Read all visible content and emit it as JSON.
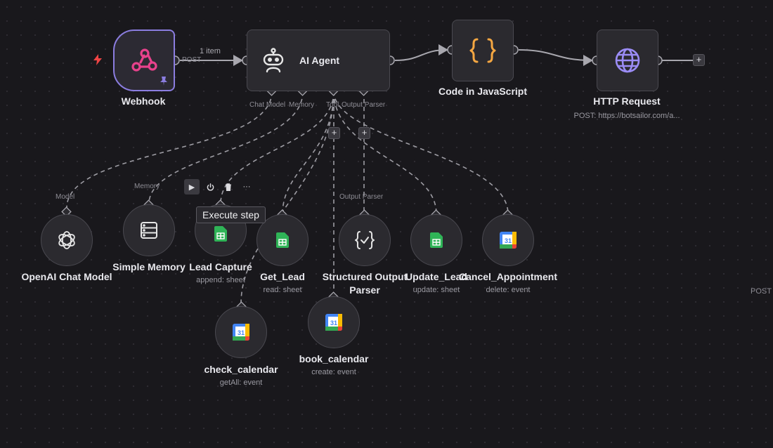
{
  "nodes": {
    "webhook": {
      "title": "Webhook"
    },
    "ai_agent": {
      "title": "AI Agent"
    },
    "code": {
      "title": "Code in JavaScript"
    },
    "http": {
      "title": "HTTP Request",
      "subtitle": "POST: https://botsailor.com/a..."
    },
    "openai": {
      "title": "OpenAI Chat Model"
    },
    "memory": {
      "title": "Simple Memory"
    },
    "lead_capture": {
      "title": "Lead Capture",
      "subtitle": "append: sheet"
    },
    "get_lead": {
      "title": "Get_Lead",
      "subtitle": "read: sheet"
    },
    "structured": {
      "title_line1": "Structured Output",
      "title_line2": "Parser"
    },
    "update_lead": {
      "title": "Update_Lead",
      "subtitle": "update: sheet"
    },
    "cancel": {
      "title": "Cancel_Appointment",
      "subtitle": "delete: event"
    },
    "check_calendar": {
      "title": "check_calendar",
      "subtitle": "getAll: event"
    },
    "book_calendar": {
      "title": "book_calendar",
      "subtitle": "create: event"
    }
  },
  "connections": {
    "webhook_output": "POST",
    "items_count": "1 item",
    "http_edge_label": "POST"
  },
  "agent_ports": {
    "chat_model": "Chat Model",
    "memory": "Memory",
    "tool": "Tool",
    "output_parser": "Output Parser"
  },
  "sub_ports": {
    "model": "Model",
    "memory": "Memory",
    "output_parser": "Output Parser"
  },
  "tooltip": "Execute step",
  "toolbar_icons": [
    "play-icon",
    "power-icon",
    "trash-icon",
    "more-icon"
  ],
  "colors": {
    "canvas": "#19181c",
    "node_bg": "#2b2a2f",
    "webhook_border": "#8b7de0",
    "webhook_icon": "#e8428c",
    "code_braces": "#f5a742",
    "http_globe": "#9b8cf5",
    "sheets_green": "#2fb457",
    "trigger_red": "#ef4444"
  }
}
